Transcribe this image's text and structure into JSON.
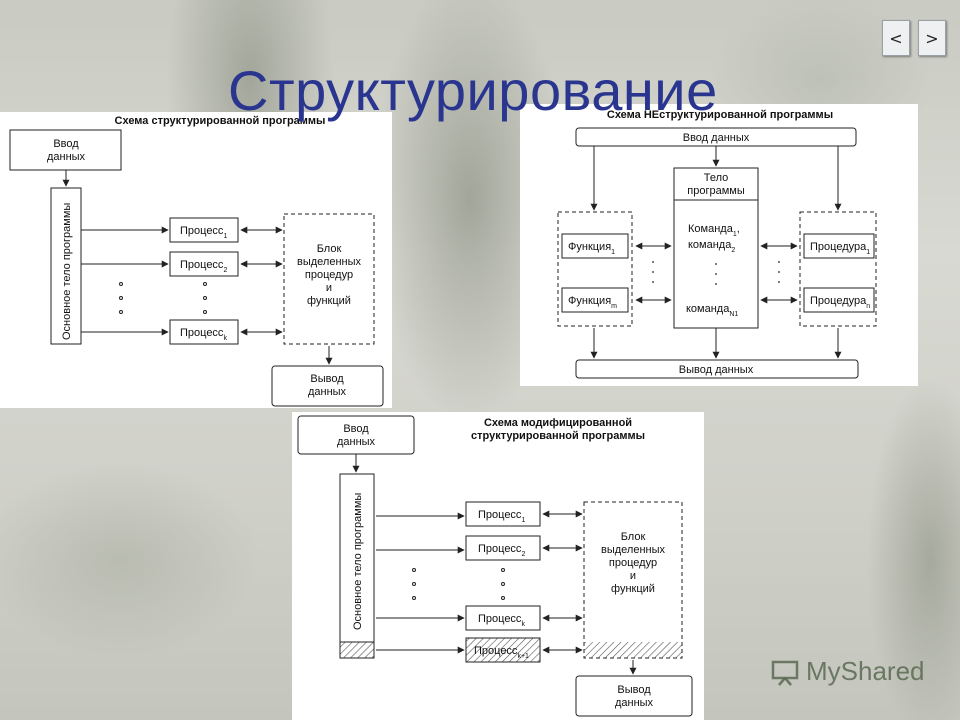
{
  "nav": {
    "prev": "<",
    "next": ">"
  },
  "title": "Структурирование",
  "panel1": {
    "heading": "Схема структурированной программы",
    "input": [
      "Ввод",
      "данных"
    ],
    "body": "Основное тело программы",
    "processes": [
      {
        "label": "Процесс",
        "sub": "1"
      },
      {
        "label": "Процесс",
        "sub": "2"
      },
      {
        "label": "Процесс",
        "sub": "k"
      }
    ],
    "block": [
      "Блок",
      "выделенных",
      "процедур",
      "и",
      "функций"
    ],
    "output": [
      "Вывод",
      "данных"
    ]
  },
  "panel2": {
    "heading": "Схема НЕструктурированной программы",
    "input": "Ввод данных",
    "body_title": [
      "Тело",
      "программы"
    ],
    "commands": [
      {
        "label": "Команда",
        "sub": "1",
        "suffix": ","
      },
      {
        "label": "команда",
        "sub": "2",
        "suffix": ""
      },
      {
        "label": "команда",
        "sub": "N1",
        "suffix": ""
      }
    ],
    "functions": [
      {
        "label": "Функция",
        "sub": "1"
      },
      {
        "label": "Функция",
        "sub": "m"
      }
    ],
    "procedures": [
      {
        "label": "Процедура",
        "sub": "1"
      },
      {
        "label": "Процедура",
        "sub": "n"
      }
    ],
    "output": "Вывод данных"
  },
  "panel3": {
    "heading": [
      "Схема модифицированной",
      "структурированной программы"
    ],
    "input": [
      "Ввод",
      "данных"
    ],
    "body": "Основное тело программы",
    "processes": [
      {
        "label": "Процесс",
        "sub": "1"
      },
      {
        "label": "Процесс",
        "sub": "2"
      },
      {
        "label": "Процесс",
        "sub": "k"
      },
      {
        "label": "Процесс",
        "sub": "k+1"
      }
    ],
    "block": [
      "Блок",
      "выделенных",
      "процедур",
      "и",
      "функций"
    ],
    "output": [
      "Вывод",
      "данных"
    ]
  },
  "watermark": {
    "brand": "MyShared"
  }
}
